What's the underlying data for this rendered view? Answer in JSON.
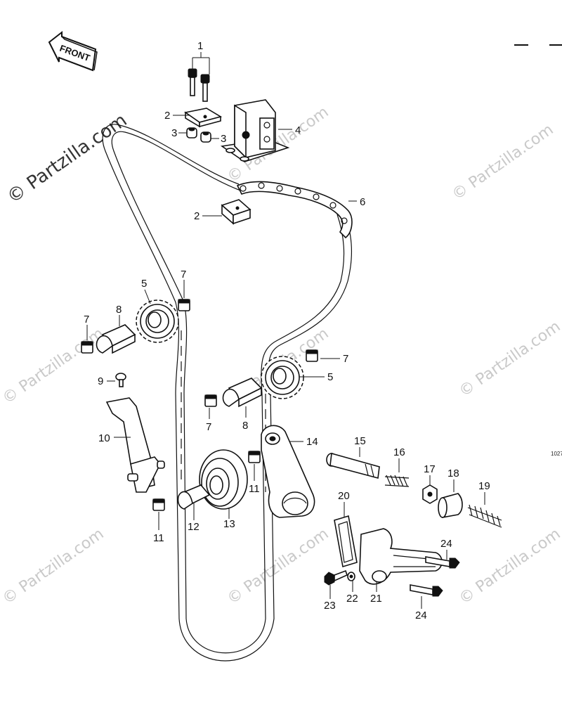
{
  "front_label": "FRONT",
  "edge_reference": "1027",
  "watermark_main": "© Partzilla.com",
  "watermark_text": "© Partzilla.com",
  "callouts": {
    "c1": "1",
    "c2a": "2",
    "c2b": "2",
    "c3a": "3",
    "c3b": "3",
    "c4": "4",
    "c5a": "5",
    "c5b": "5",
    "c6": "6",
    "c7a": "7",
    "c7b": "7",
    "c7c": "7",
    "c7d": "7",
    "c8a": "8",
    "c8b": "8",
    "c9": "9",
    "c10": "10",
    "c11a": "11",
    "c11b": "11",
    "c12": "12",
    "c13": "13",
    "c14": "14",
    "c15": "15",
    "c16": "16",
    "c17": "17",
    "c18": "18",
    "c19": "19",
    "c20": "20",
    "c21": "21",
    "c22": "22",
    "c23": "23",
    "c24a": "24",
    "c24b": "24"
  }
}
